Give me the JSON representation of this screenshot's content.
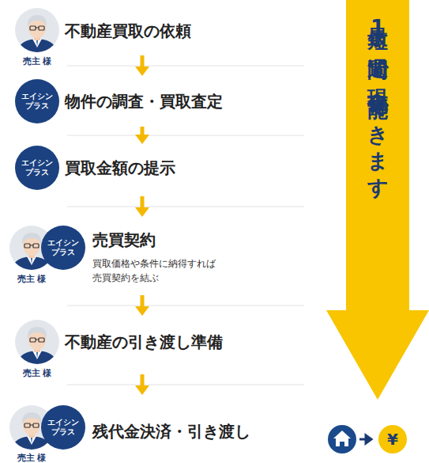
{
  "diagram": {
    "nodes": [
      {
        "text": [
          "不動産買取の依頼"
        ]
      },
      {
        "text": [
          "物件の調査・買取査定"
        ]
      },
      {
        "text": [
          "エイシン プラス"
        ],
        "in": 1
      },
      {
        "text": [
          "買取金額の提示"
        ]
      },
      {
        "text": [
          "エイシン プラス"
        ],
        "in": 3
      },
      {
        "text": [
          "売買契約",
          "買取価格や条件に納得すれば 売買契約を結ぶ"
        ]
      },
      {
        "text": [
          "エイシン プラス"
        ],
        "in": 5
      },
      {
        "text": [
          "不動産の引き渡し準備"
        ]
      },
      {
        "text": [
          "残代金決済・引き渡し"
        ]
      },
      {
        "text": [
          "エイシン プラス"
        ],
        "in": 8
      },
      {
        "text": [
          "最短1週間で現金化可能できます"
        ]
      },
      {
        "text": [
          "¥"
        ]
      }
    ],
    "edges": [
      {
        "from": 0,
        "to": 1,
        "arrow": "to"
      },
      {
        "from": 1,
        "to": 3,
        "arrow": "to"
      },
      {
        "from": 3,
        "to": 5,
        "arrow": "to"
      },
      {
        "from": 5,
        "to": 7,
        "arrow": "to"
      },
      {
        "from": 7,
        "to": 8,
        "arrow": "to"
      }
    ],
    "labels": [
      "売主 様",
      "売主 様",
      "売主 様",
      "売主 様"
    ]
  }
}
